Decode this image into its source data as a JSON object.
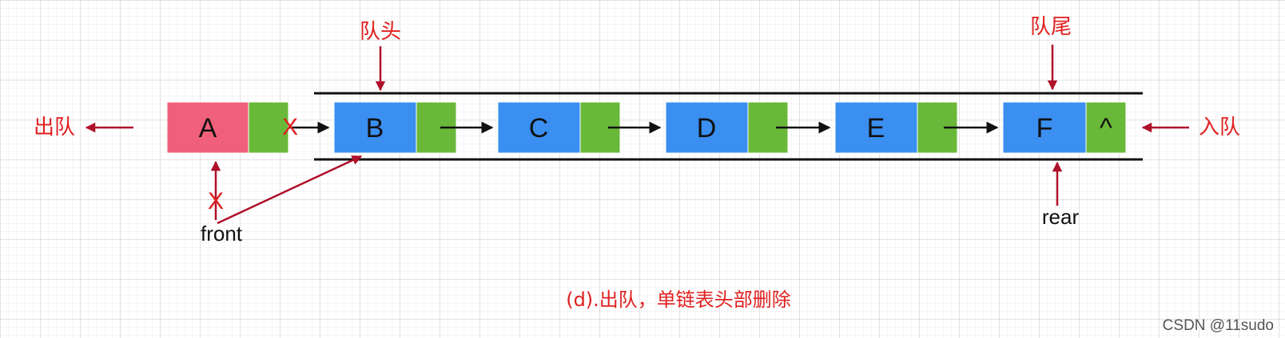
{
  "nodes": [
    {
      "letter": "A",
      "next": "",
      "state": "dequeued"
    },
    {
      "letter": "B",
      "next": "",
      "state": "queued"
    },
    {
      "letter": "C",
      "next": "",
      "state": "queued"
    },
    {
      "letter": "D",
      "next": "",
      "state": "queued"
    },
    {
      "letter": "E",
      "next": "",
      "state": "queued"
    },
    {
      "letter": "F",
      "next": "^",
      "state": "queued"
    }
  ],
  "labels": {
    "dequeue": "出队",
    "enqueue": "入队",
    "head": "队头",
    "tail": "队尾",
    "front": "front",
    "rear": "rear",
    "cross_mark": "X"
  },
  "caption": "(d).出队，单链表头部删除",
  "watermark": "CSDN @11sudo",
  "colors": {
    "data_cell": "#3a8ff0",
    "removed_cell": "#f0607a",
    "pointer_cell": "#6ab83a",
    "label_red": "#e02020",
    "arrow_dark_red": "#b0102a",
    "arrow_black": "#111111"
  }
}
